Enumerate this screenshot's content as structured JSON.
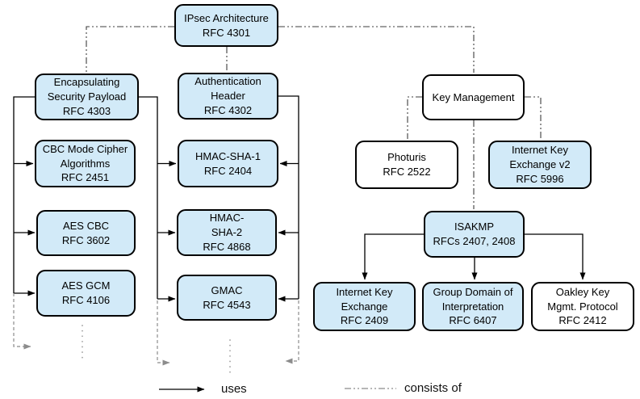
{
  "colors": {
    "node_fill": "#d2eaf8",
    "white_fill": "#ffffff",
    "node_border": "#000000",
    "gray_connector": "#8c8c8c",
    "background": "#ffffff"
  },
  "nodes": {
    "ipsec": {
      "text": "IPsec Architecture\nRFC 4301"
    },
    "esp": {
      "text": "Encapsulating\nSecurity Payload\nRFC 4303"
    },
    "ah": {
      "text": "Authentication\nHeader\nRFC 4302"
    },
    "keymgmt": {
      "text": "Key Management"
    },
    "cbc": {
      "text": "CBC Mode Cipher\nAlgorithms\nRFC 2451"
    },
    "hmacsha1": {
      "text": "HMAC-SHA-1\nRFC 2404"
    },
    "photuris": {
      "text": "Photuris\nRFC 2522"
    },
    "ikev2": {
      "text": "Internet Key\nExchange v2\nRFC 5996"
    },
    "aescbc": {
      "text": "AES CBC\nRFC 3602"
    },
    "hmacsha2": {
      "text": "HMAC-\nSHA-2\nRFC 4868"
    },
    "isakmp": {
      "text": "ISAKMP\nRFCs 2407, 2408"
    },
    "aesgcm": {
      "text": "AES GCM\nRFC 4106"
    },
    "gmac": {
      "text": "GMAC\nRFC 4543"
    },
    "ike": {
      "text": "Internet Key\nExchange\nRFC 2409"
    },
    "gdoi": {
      "text": "Group Domain of\nInterpretation\nRFC 6407"
    },
    "oakley": {
      "text": "Oakley Key\nMgmt. Protocol\nRFC 2412"
    }
  },
  "edges": [
    {
      "type": "consists_of",
      "from": "ipsec",
      "to": "esp"
    },
    {
      "type": "consists_of",
      "from": "ipsec",
      "to": "ah"
    },
    {
      "type": "consists_of",
      "from": "ipsec",
      "to": "keymgmt"
    },
    {
      "type": "consists_of",
      "from": "keymgmt",
      "to": "photuris"
    },
    {
      "type": "consists_of",
      "from": "keymgmt",
      "to": "ikev2"
    },
    {
      "type": "consists_of",
      "from": "keymgmt",
      "to": "isakmp"
    },
    {
      "type": "uses",
      "from": "esp",
      "to": "cbc"
    },
    {
      "type": "uses",
      "from": "esp",
      "to": "aescbc"
    },
    {
      "type": "uses",
      "from": "esp",
      "to": "aesgcm"
    },
    {
      "type": "uses",
      "from": "esp",
      "to": "hmacsha1"
    },
    {
      "type": "uses",
      "from": "esp",
      "to": "hmacsha2"
    },
    {
      "type": "uses",
      "from": "esp",
      "to": "gmac"
    },
    {
      "type": "uses",
      "from": "ah",
      "to": "hmacsha1"
    },
    {
      "type": "uses",
      "from": "ah",
      "to": "hmacsha2"
    },
    {
      "type": "uses",
      "from": "ah",
      "to": "gmac"
    },
    {
      "type": "uses",
      "from": "isakmp",
      "to": "ike"
    },
    {
      "type": "uses",
      "from": "isakmp",
      "to": "gdoi"
    },
    {
      "type": "uses",
      "from": "isakmp",
      "to": "oakley"
    }
  ],
  "legend": {
    "uses": "uses",
    "consists_of": "consists of"
  }
}
